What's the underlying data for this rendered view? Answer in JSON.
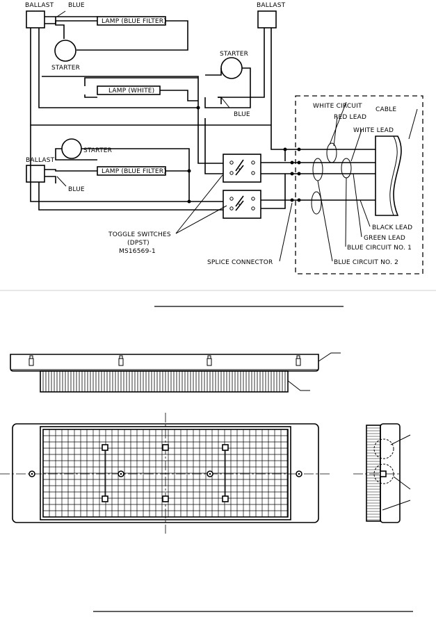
{
  "wiring_diagram": {
    "labels": {
      "ballast_top_left": "BALLAST",
      "ballast_top_right": "BALLAST",
      "ballast_bottom_left": "BALLAST",
      "blue_top": "BLUE",
      "blue_middle": "BLUE",
      "blue_bottom": "BLUE",
      "lamp_blue_filter_top": "LAMP (BLUE FILTER)",
      "lamp_white": "LAMP (WHITE)",
      "lamp_blue_filter_bottom": "LAMP (BLUE FILTER)",
      "starter_top_left": "STARTER",
      "starter_top_right": "STARTER",
      "starter_bottom": "STARTER",
      "white_circuit": "WHITE CIRCUIT",
      "red_lead": "RED LEAD",
      "white_lead": "WHITE LEAD",
      "cable": "CABLE",
      "black_lead": "BLACK LEAD",
      "green_lead": "GREEN LEAD",
      "blue_circuit_1": "BLUE CIRCUIT NO. 1",
      "blue_circuit_2": "BLUE CIRCUIT NO. 2",
      "toggle_switches": "TOGGLE SWITCHES",
      "toggle_type": "(DPST)",
      "toggle_part": "MS16569-1",
      "splice_connector": "SPLICE CONNECTOR"
    }
  }
}
